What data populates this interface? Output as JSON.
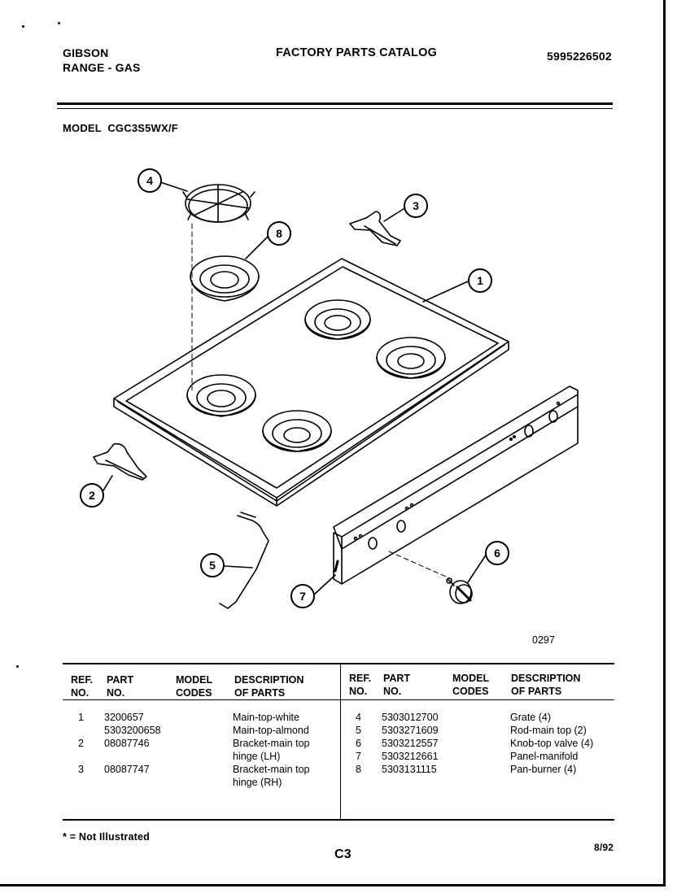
{
  "header": {
    "brand": "GIBSON",
    "product": "RANGE - GAS",
    "catalog_title": "FACTORY PARTS CATALOG",
    "catalog_number": "5995226502"
  },
  "model_line": "MODEL  CGC3S5WX/F",
  "diagram": {
    "callouts": [
      "1",
      "2",
      "3",
      "4",
      "5",
      "6",
      "7",
      "8"
    ],
    "drawing_code": "0297"
  },
  "table": {
    "headers_left": {
      "ref": [
        "REF.",
        "NO."
      ],
      "part": [
        "PART",
        "NO."
      ],
      "model": [
        "MODEL",
        "CODES"
      ],
      "desc": [
        "DESCRIPTION",
        "OF PARTS"
      ]
    },
    "headers_right": {
      "ref": [
        "REF.",
        "NO."
      ],
      "part": [
        "PART",
        "NO."
      ],
      "model": [
        "MODEL",
        "CODES"
      ],
      "desc": [
        "DESCRIPTION",
        "OF PARTS"
      ]
    },
    "left_rows": [
      {
        "ref": "1",
        "part": "3200657",
        "desc": "Main-top-white"
      },
      {
        "ref": "",
        "part": "5303200658",
        "desc": "Main-top-almond"
      },
      {
        "ref": "2",
        "part": "08087746",
        "desc": "Bracket-main top"
      },
      {
        "ref": "",
        "part": "",
        "desc": "hinge (LH)"
      },
      {
        "ref": "3",
        "part": "08087747",
        "desc": "Bracket-main top"
      },
      {
        "ref": "",
        "part": "",
        "desc": "hinge (RH)"
      }
    ],
    "right_rows": [
      {
        "ref": "4",
        "part": "5303012700",
        "desc": "Grate (4)"
      },
      {
        "ref": "5",
        "part": "5303271609",
        "desc": "Rod-main top (2)"
      },
      {
        "ref": "6",
        "part": "5303212557",
        "desc": "Knob-top valve (4)"
      },
      {
        "ref": "7",
        "part": "5303212661",
        "desc": "Panel-manifold"
      },
      {
        "ref": "8",
        "part": "5303131115",
        "desc": "Pan-burner (4)"
      }
    ]
  },
  "footer": {
    "note": "* = Not Illustrated",
    "page": "C3",
    "date": "8/92"
  }
}
